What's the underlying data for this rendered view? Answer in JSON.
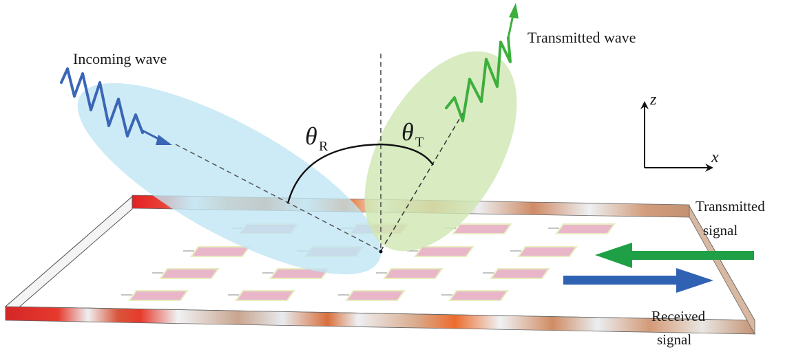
{
  "labels": {
    "incoming_wave": "Incoming wave",
    "transmitted_wave": "Transmitted wave",
    "theta_r": "θ",
    "theta_r_sub": "R",
    "theta_t": "θ",
    "theta_t_sub": "T",
    "axis_z": "z",
    "axis_x": "x",
    "transmitted_signal_line1": "Transmitted",
    "transmitted_signal_line2": "signal",
    "received_signal_line1": "Received",
    "received_signal_line2": "signal"
  },
  "colors": {
    "incoming": "#3a66b6",
    "incoming_beam": "#bfe6f3",
    "transmitted": "#3caf3c",
    "transmitted_beam": "#cfe6b3",
    "transmitted_signal_arrow": "#1fa046",
    "received_signal_arrow": "#2f62b3",
    "patch_fill": "#e9b6c9",
    "patch_edge": "#e6eec0",
    "slab_hot": "#e82b2b",
    "slab_warm": "#d97a3e",
    "slab_cool": "#e9eef2"
  },
  "icons": [
    "incoming-wave-icon",
    "transmitted-wave-icon",
    "z-axis-arrow-icon",
    "x-axis-arrow-icon",
    "transmitted-signal-arrow-icon",
    "received-signal-arrow-icon"
  ]
}
